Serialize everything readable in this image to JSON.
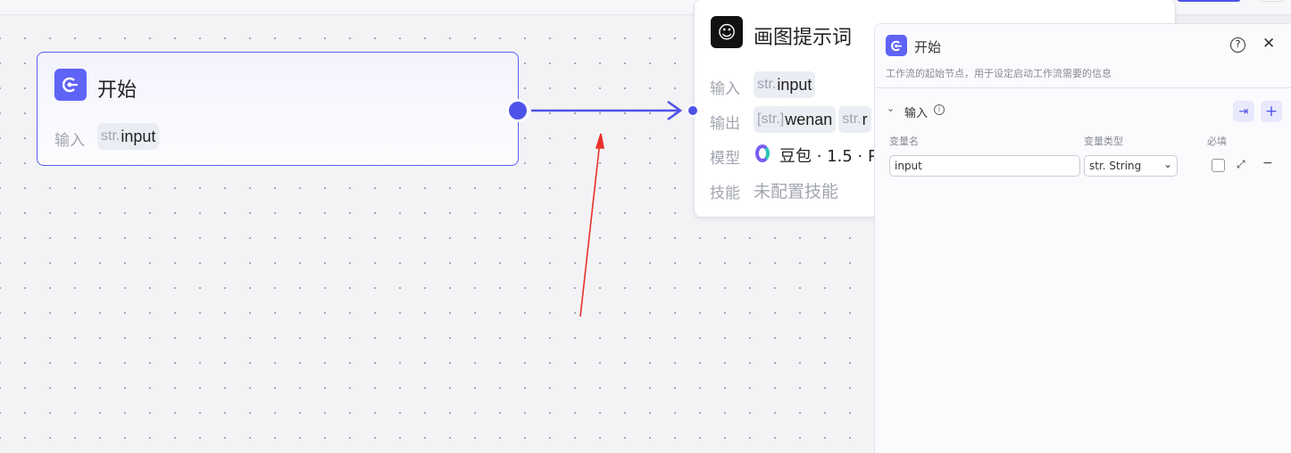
{
  "start_node": {
    "title": "开始",
    "input_label": "输入",
    "input_type": "str.",
    "input_name": "input"
  },
  "prompt_node": {
    "title": "画图提示词",
    "input_label": "输入",
    "input_type": "str.",
    "input_name": "input",
    "output_label": "输出",
    "output_type": "[str.]",
    "output_name": "wenan",
    "output2_type": "str.",
    "output2_name": "r",
    "model_label": "模型",
    "model_value": "豆包 · 1.5 · P",
    "skill_label": "技能",
    "skill_value": "未配置技能"
  },
  "panel": {
    "title": "开始",
    "description": "工作流的起始节点，用于设定启动工作流需要的信息",
    "section": "输入",
    "col_name": "变量名",
    "col_type": "变量类型",
    "col_required": "必填",
    "var_name": "input",
    "var_type": "str. String"
  },
  "colors": {
    "accent": "#4d53e8",
    "annotation": "#e8322a"
  }
}
